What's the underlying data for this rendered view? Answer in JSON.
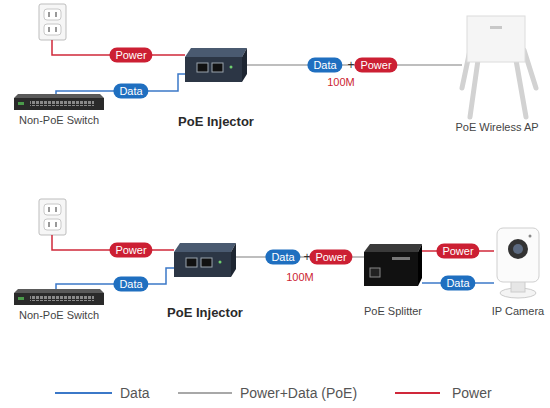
{
  "diagram": {
    "nodes": [
      {
        "text": [
          "Non-PoE Switch"
        ]
      },
      {
        "text": [
          "PoE Injector"
        ]
      },
      {
        "text": [
          "PoE Wireless AP"
        ]
      },
      {
        "text": [
          "Non-PoE Switch"
        ]
      },
      {
        "text": [
          "PoE Injector"
        ]
      },
      {
        "text": [
          "PoE Splitter"
        ]
      },
      {
        "text": [
          "IP Camera"
        ]
      }
    ],
    "edges": [
      {
        "from": 0,
        "to": 1,
        "arrow": "none",
        "label": "Data"
      },
      {
        "from": 1,
        "to": 2,
        "arrow": "none",
        "label": "100M"
      },
      {
        "from": 3,
        "to": 4,
        "arrow": "none",
        "label": "Data"
      },
      {
        "from": 4,
        "to": 5,
        "arrow": "none",
        "label": "100M"
      },
      {
        "from": 5,
        "to": 6,
        "arrow": "none",
        "label": "Power"
      },
      {
        "from": 5,
        "to": 6,
        "arrow": "none",
        "label": "Data"
      }
    ],
    "labels": [
      "Power",
      "Data",
      "+",
      "Power",
      "Power",
      "Data",
      "+",
      "Power"
    ],
    "legend": [
      {
        "text": "Data"
      },
      {
        "text": "Power+Data (PoE)"
      },
      {
        "text": "Power"
      }
    ]
  }
}
